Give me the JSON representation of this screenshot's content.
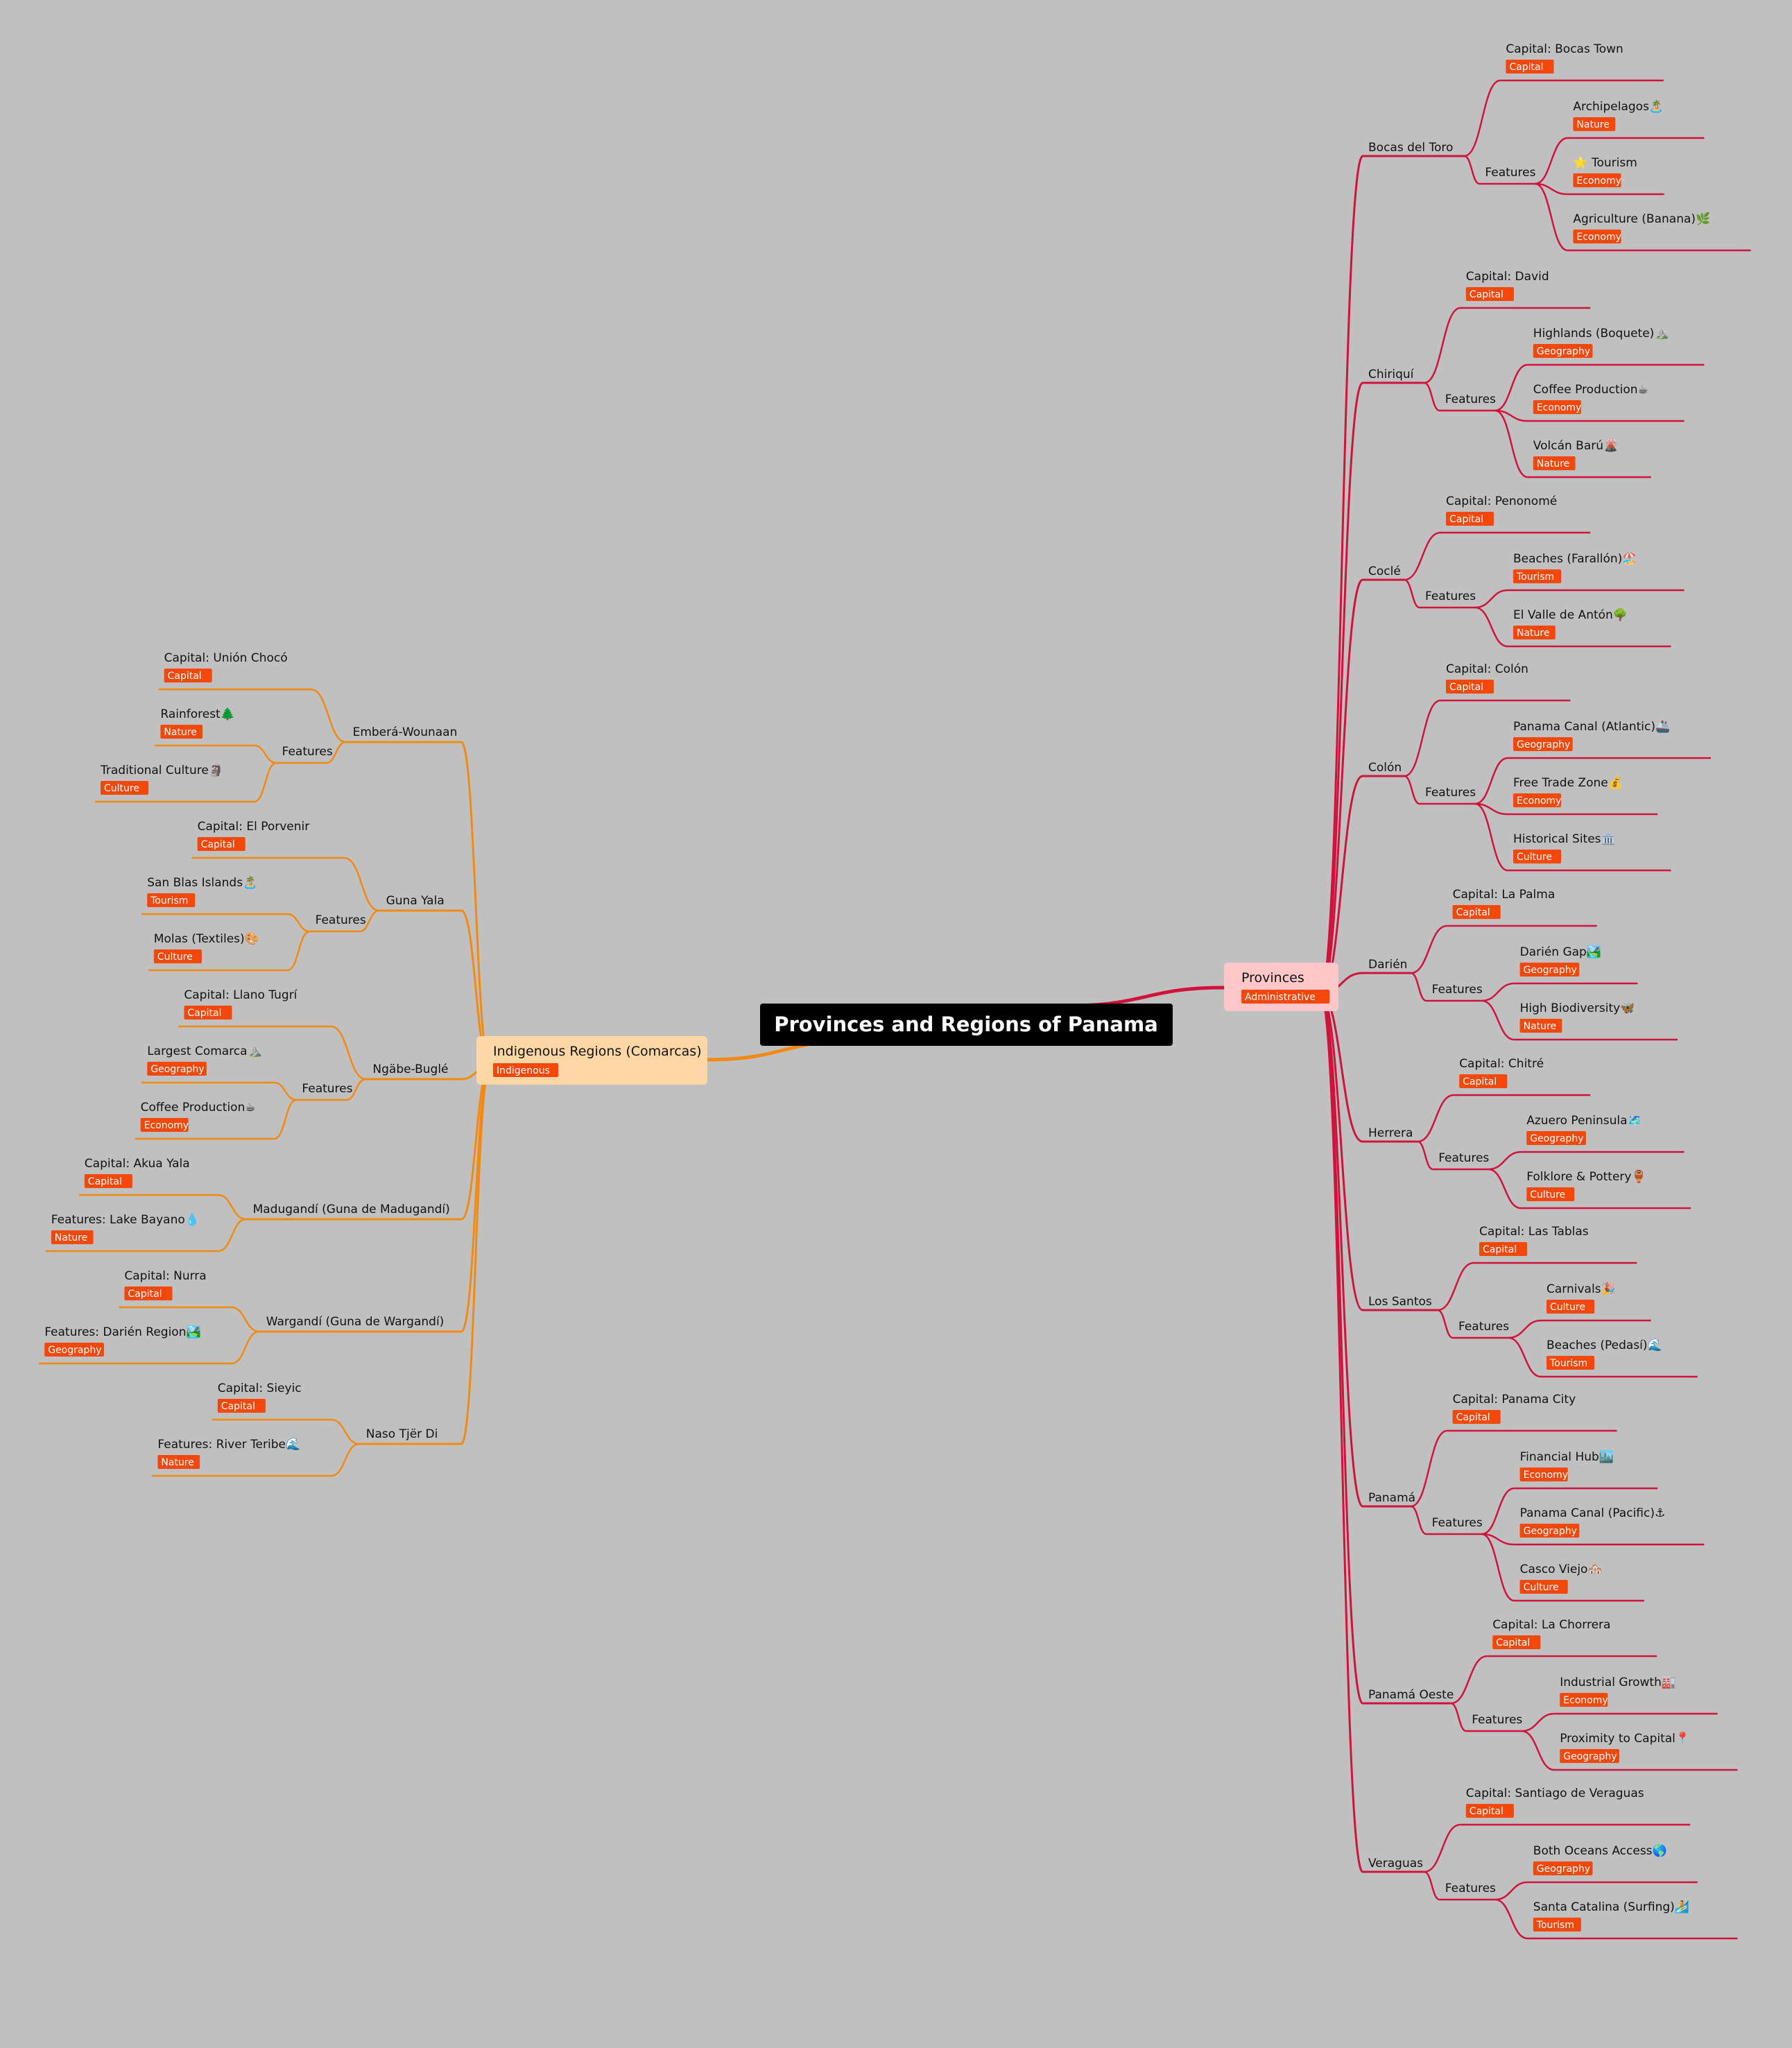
{
  "title": "Provinces and Regions of Panama",
  "colors": {
    "background": "#c0c0c0",
    "provinces_branch": "#d0133b",
    "indigenous_branch": "#f28a12",
    "tag": "#f2480c",
    "provinces_hub_fill": "#ffc7c9",
    "indigenous_hub_fill": "#ffd7a5",
    "root_fill": "#000000"
  },
  "provinces": {
    "label": "Provinces",
    "tag": "Administrative",
    "items": [
      {
        "name": "Bocas del Toro",
        "capital": {
          "label": "Capital: Bocas Town",
          "tag": "Capital"
        },
        "features_label": "Features",
        "features": [
          {
            "label": "Archipelagos🏝️",
            "tag": "Nature"
          },
          {
            "label": "⭐ Tourism",
            "tag": "Economy"
          },
          {
            "label": "Agriculture (Banana)🌿",
            "tag": "Economy"
          }
        ]
      },
      {
        "name": "Chiriquí",
        "capital": {
          "label": "Capital: David",
          "tag": "Capital"
        },
        "features_label": "Features",
        "features": [
          {
            "label": "Highlands (Boquete)⛰️",
            "tag": "Geography"
          },
          {
            "label": "Coffee Production☕",
            "tag": "Economy"
          },
          {
            "label": "Volcán Barú🌋",
            "tag": "Nature"
          }
        ]
      },
      {
        "name": "Coclé",
        "capital": {
          "label": "Capital: Penonomé",
          "tag": "Capital"
        },
        "features_label": "Features",
        "features": [
          {
            "label": "Beaches (Farallón)🏖️",
            "tag": "Tourism"
          },
          {
            "label": "El Valle de Antón🌳",
            "tag": "Nature"
          }
        ]
      },
      {
        "name": "Colón",
        "capital": {
          "label": "Capital: Colón",
          "tag": "Capital"
        },
        "features_label": "Features",
        "features": [
          {
            "label": "Panama Canal (Atlantic)🚢",
            "tag": "Geography"
          },
          {
            "label": "Free Trade Zone💰",
            "tag": "Economy"
          },
          {
            "label": "Historical Sites🏛️",
            "tag": "Culture"
          }
        ]
      },
      {
        "name": "Darién",
        "capital": {
          "label": "Capital: La Palma",
          "tag": "Capital"
        },
        "features_label": "Features",
        "features": [
          {
            "label": "Darién Gap🏞️",
            "tag": "Geography"
          },
          {
            "label": "High Biodiversity🦋",
            "tag": "Nature"
          }
        ]
      },
      {
        "name": "Herrera",
        "capital": {
          "label": "Capital: Chitré",
          "tag": "Capital"
        },
        "features_label": "Features",
        "features": [
          {
            "label": "Azuero Peninsula🗺️",
            "tag": "Geography"
          },
          {
            "label": "Folklore & Pottery🏺",
            "tag": "Culture"
          }
        ]
      },
      {
        "name": "Los Santos",
        "capital": {
          "label": "Capital: Las Tablas",
          "tag": "Capital"
        },
        "features_label": "Features",
        "features": [
          {
            "label": "Carnivals🎉",
            "tag": "Culture"
          },
          {
            "label": "Beaches (Pedasí)🌊",
            "tag": "Tourism"
          }
        ]
      },
      {
        "name": "Panamá",
        "capital": {
          "label": "Capital: Panama City",
          "tag": "Capital"
        },
        "features_label": "Features",
        "features": [
          {
            "label": "Financial Hub🏙️",
            "tag": "Economy"
          },
          {
            "label": "Panama Canal (Pacific)⚓",
            "tag": "Geography"
          },
          {
            "label": "Casco Viejo🏘️",
            "tag": "Culture"
          }
        ]
      },
      {
        "name": "Panamá Oeste",
        "capital": {
          "label": "Capital: La Chorrera",
          "tag": "Capital"
        },
        "features_label": "Features",
        "features": [
          {
            "label": "Industrial Growth🏭",
            "tag": "Economy"
          },
          {
            "label": "Proximity to Capital📍",
            "tag": "Geography"
          }
        ]
      },
      {
        "name": "Veraguas",
        "capital": {
          "label": "Capital: Santiago de Veraguas",
          "tag": "Capital"
        },
        "features_label": "Features",
        "features": [
          {
            "label": "Both Oceans Access🌎",
            "tag": "Geography"
          },
          {
            "label": "Santa Catalina (Surfing)🏄",
            "tag": "Tourism"
          }
        ]
      }
    ]
  },
  "indigenous": {
    "label": "Indigenous Regions (Comarcas)",
    "tag": "Indigenous",
    "items": [
      {
        "name": "Emberá-Wounaan",
        "capital": {
          "label": "Capital: Unión Chocó",
          "tag": "Capital"
        },
        "features_label": "Features",
        "features": [
          {
            "label": "Rainforest🌲",
            "tag": "Nature"
          },
          {
            "label": "Traditional Culture🗿",
            "tag": "Culture"
          }
        ]
      },
      {
        "name": "Guna Yala",
        "capital": {
          "label": "Capital: El Porvenir",
          "tag": "Capital"
        },
        "features_label": "Features",
        "features": [
          {
            "label": "San Blas Islands🏝️",
            "tag": "Tourism"
          },
          {
            "label": "Molas (Textiles)🎨",
            "tag": "Culture"
          }
        ]
      },
      {
        "name": "Ngäbe-Buglé",
        "capital": {
          "label": "Capital: Llano Tugrí",
          "tag": "Capital"
        },
        "features_label": "Features",
        "features": [
          {
            "label": "Largest Comarca⛰️",
            "tag": "Geography"
          },
          {
            "label": "Coffee Production☕",
            "tag": "Economy"
          }
        ]
      },
      {
        "name": "Madugandí (Guna de Madugandí)",
        "capital": {
          "label": "Capital: Akua Yala",
          "tag": "Capital"
        },
        "feature": {
          "label": "Features: Lake Bayano💧",
          "tag": "Nature"
        }
      },
      {
        "name": "Wargandí (Guna de Wargandí)",
        "capital": {
          "label": "Capital: Nurra",
          "tag": "Capital"
        },
        "feature": {
          "label": "Features: Darién Region🏞️",
          "tag": "Geography"
        }
      },
      {
        "name": "Naso Tjër Di",
        "capital": {
          "label": "Capital: Sieyic",
          "tag": "Capital"
        },
        "feature": {
          "label": "Features: River Teribe🌊",
          "tag": "Nature"
        }
      }
    ]
  }
}
